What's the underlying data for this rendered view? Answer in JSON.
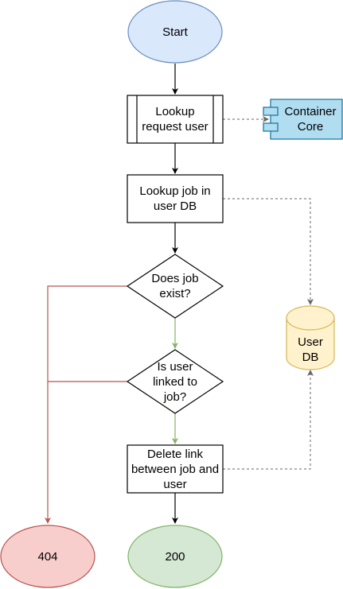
{
  "nodes": {
    "start": "Start",
    "lookup_user": "Lookup\nrequest user",
    "container_core": "Container\nCore",
    "lookup_job": "Lookup job in\nuser DB",
    "does_job_exist": "Does job\nexist?",
    "is_user_linked": "Is user\nlinked to\njob?",
    "delete_link": "Delete link\nbetween job and\nuser",
    "user_db": "User\nDB",
    "result_404": "404",
    "result_200": "200"
  },
  "colors": {
    "start_fill": "#dae8fc",
    "start_stroke": "#6c8ebf",
    "component_fill": "#b1ddf0",
    "component_stroke": "#10739e",
    "db_fill": "#fff2cc",
    "db_stroke": "#d6b656",
    "err_fill": "#f8cecc",
    "err_stroke": "#b85450",
    "ok_fill": "#d5e8d4",
    "ok_stroke": "#82b366",
    "line_black": "#000000",
    "line_red": "#b85450",
    "line_green": "#82b366",
    "line_gray": "#666666"
  }
}
